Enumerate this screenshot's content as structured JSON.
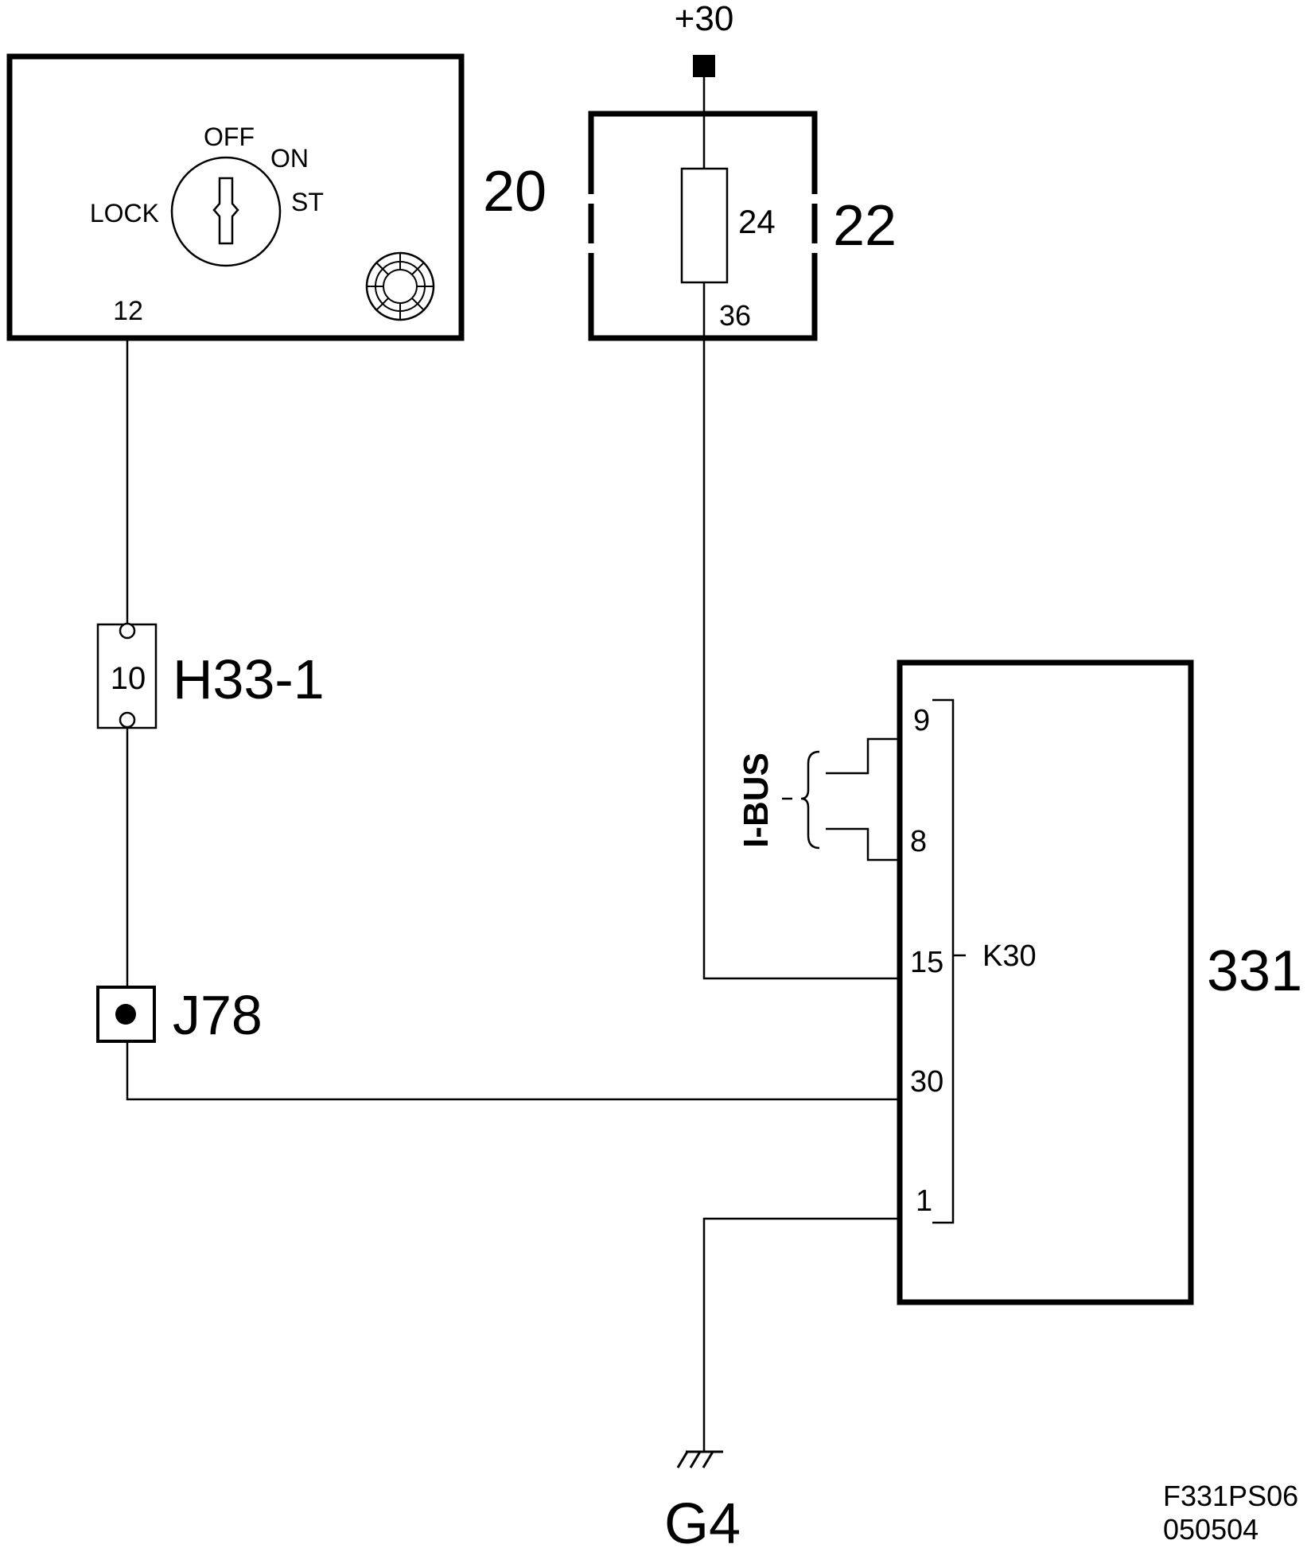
{
  "supply": {
    "label": "+30"
  },
  "ignition_switch": {
    "id": "20",
    "positions": {
      "off": "OFF",
      "on": "ON",
      "lock": "LOCK",
      "start": "ST"
    },
    "pin": "12"
  },
  "fuse_box": {
    "id": "22",
    "fuse": "24",
    "pin": "36"
  },
  "connector": {
    "id": "H33-1",
    "pin": "10"
  },
  "splice": {
    "id": "J78"
  },
  "control_module": {
    "id": "331",
    "pins": {
      "p9": "9",
      "p8": "8",
      "p15": "15",
      "p30": "30",
      "p1": "1"
    },
    "group_label": "K30"
  },
  "bus": {
    "label": "I-BUS"
  },
  "ground": {
    "id": "G4"
  },
  "drawing_ref": {
    "code": "F331PS06",
    "date": "050504"
  }
}
